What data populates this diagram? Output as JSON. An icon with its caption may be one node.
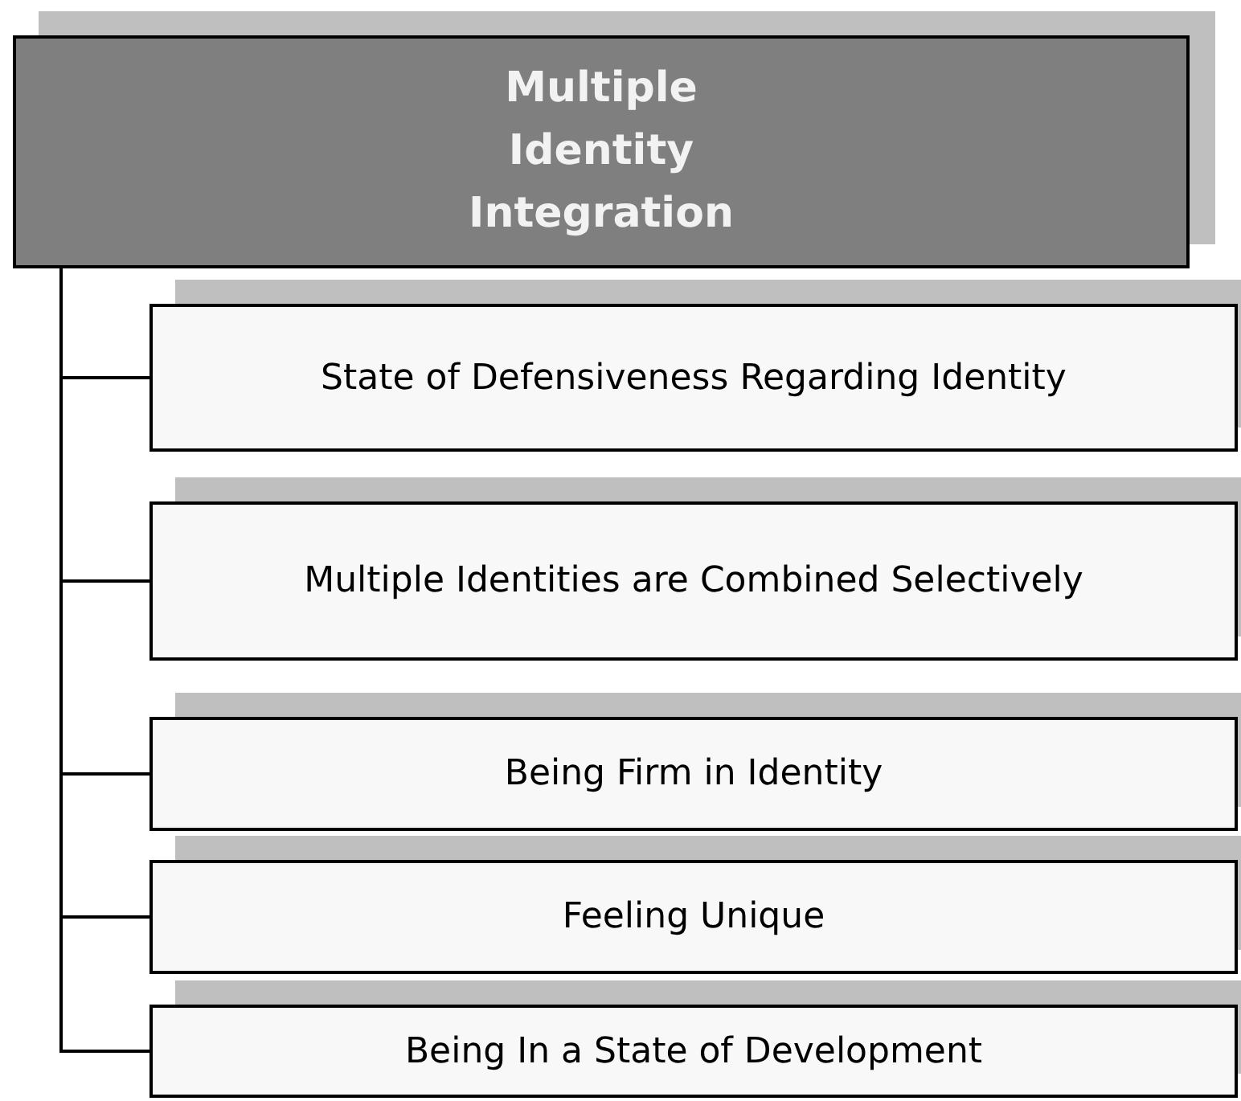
{
  "diagram": {
    "nodes": [
      {
        "text": [
          "Multiple Identity Integration"
        ]
      },
      {
        "text": [
          "State of Defensiveness Regarding Identity"
        ]
      },
      {
        "text": [
          "Multiple Identities are Combined Selectively"
        ]
      },
      {
        "text": [
          "Being Firm in Identity"
        ]
      },
      {
        "text": [
          "Feeling Unique"
        ]
      },
      {
        "text": [
          "Being In a State of Development"
        ]
      }
    ],
    "edges": [
      {
        "from": 0,
        "to": 1,
        "arrow": "none"
      },
      {
        "from": 0,
        "to": 2,
        "arrow": "none"
      },
      {
        "from": 0,
        "to": 3,
        "arrow": "none"
      },
      {
        "from": 0,
        "to": 4,
        "arrow": "none"
      },
      {
        "from": 0,
        "to": 5,
        "arrow": "none"
      }
    ]
  }
}
